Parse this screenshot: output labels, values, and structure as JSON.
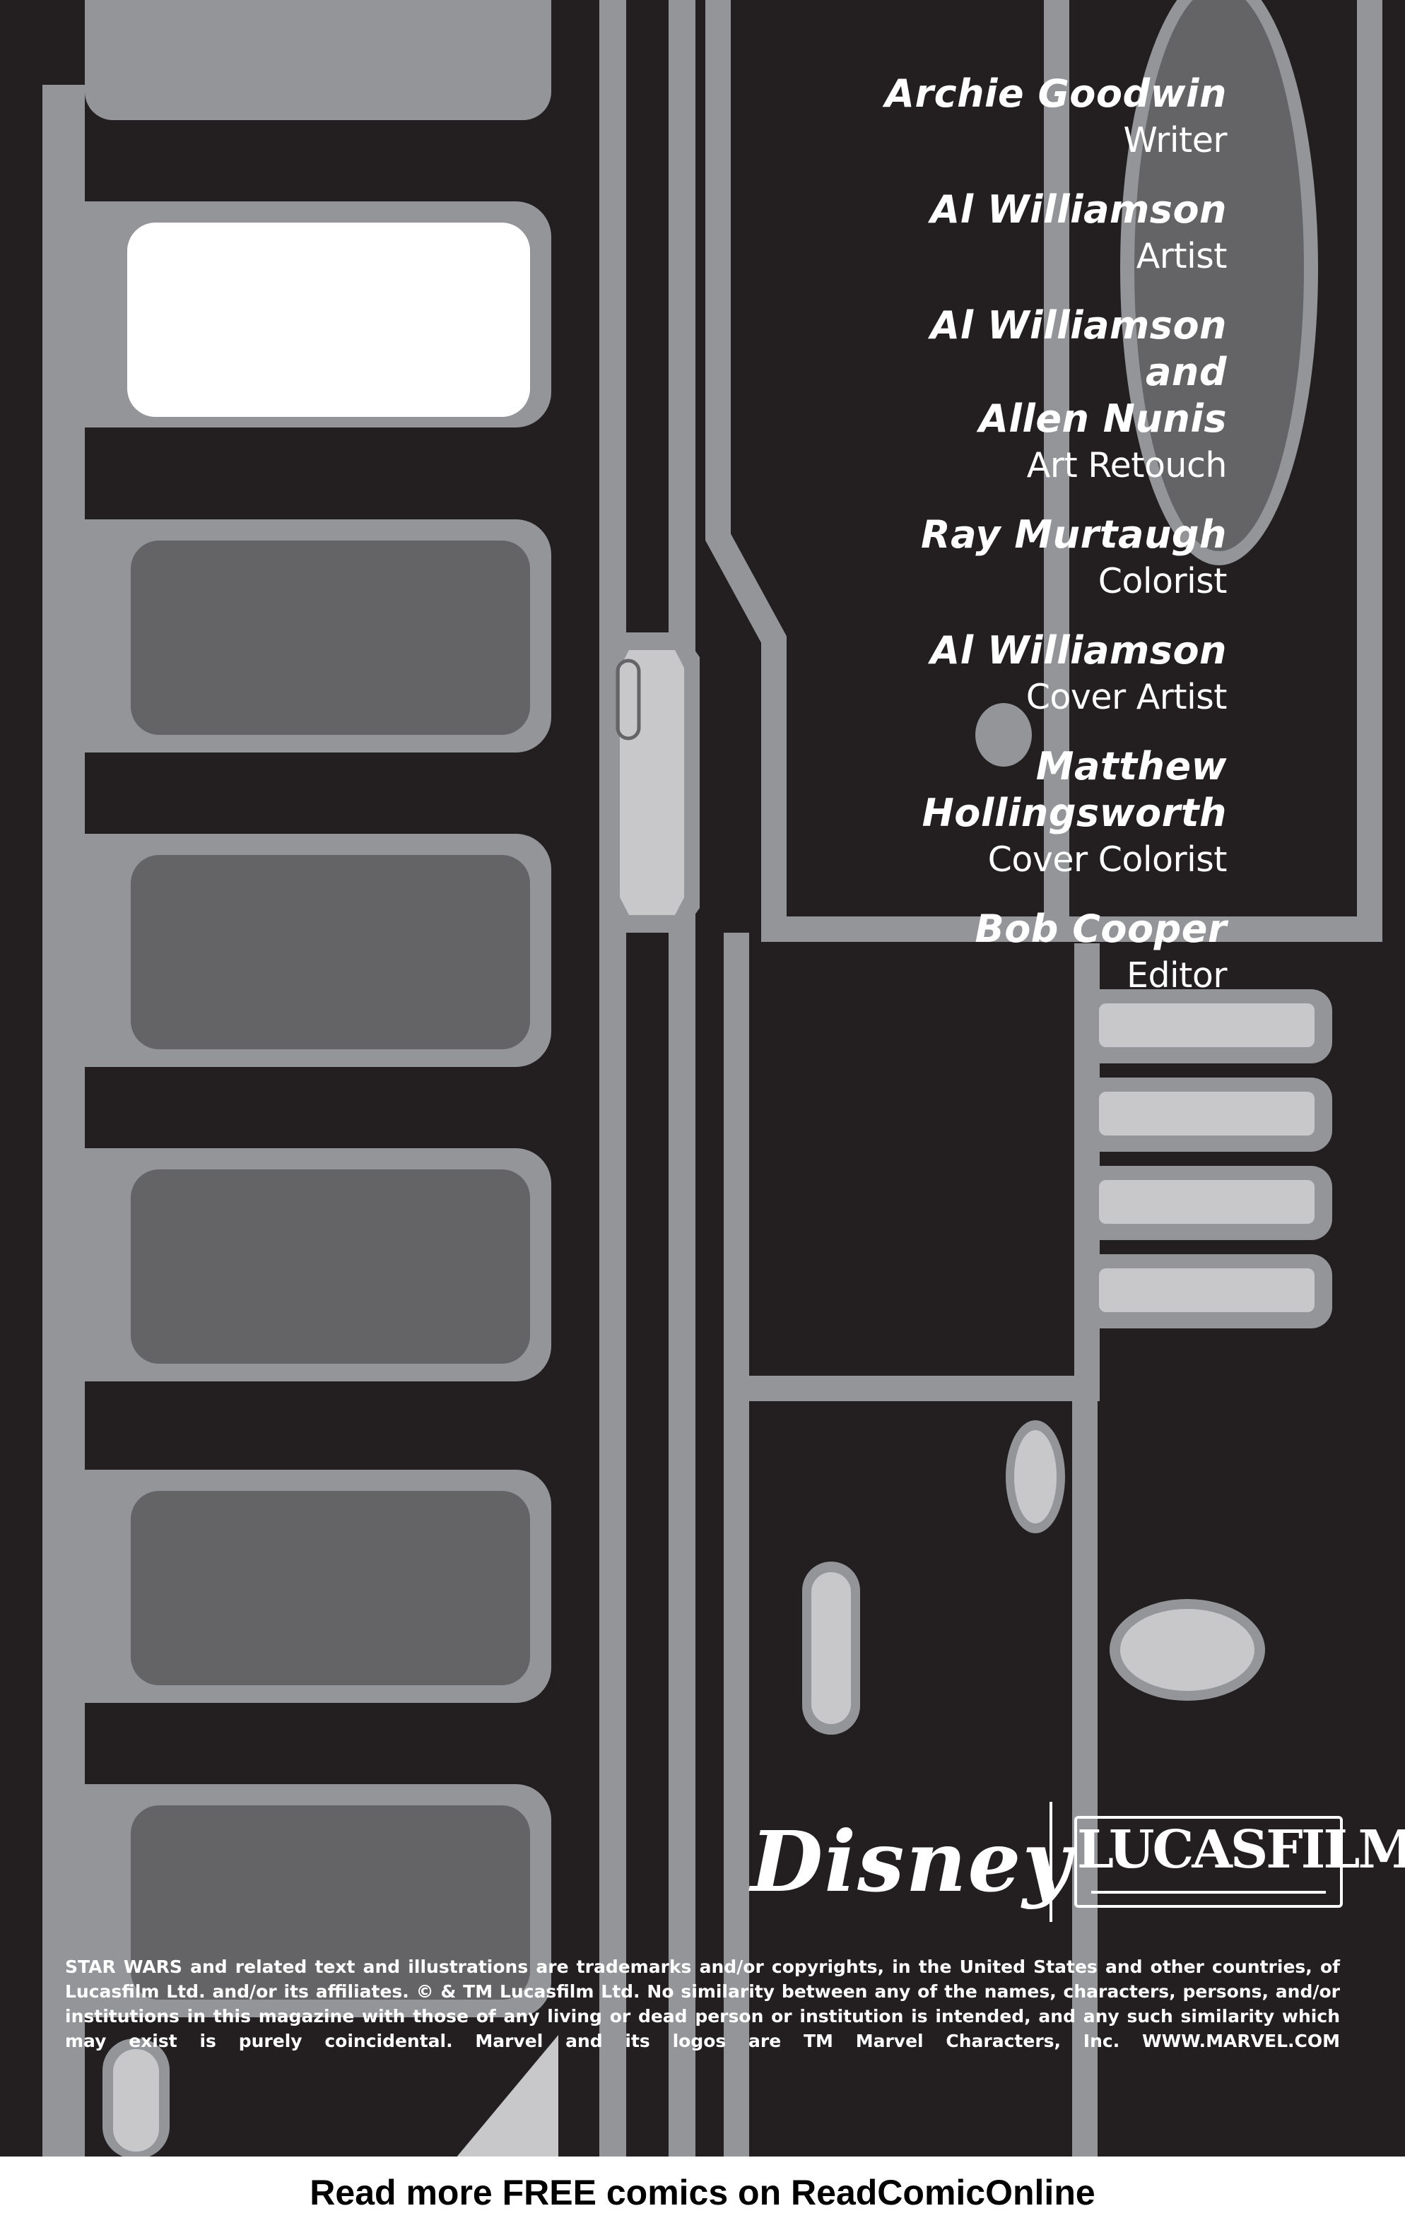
{
  "credits": [
    {
      "name": "Archie Goodwin",
      "role": "Writer"
    },
    {
      "name": "Al Williamson",
      "role": "Artist"
    },
    {
      "name": "Al Williamson\nand\nAllen Nunis",
      "role": "Art Retouch"
    },
    {
      "name": "Ray Murtaugh",
      "role": "Colorist"
    },
    {
      "name": "Al Williamson",
      "role": "Cover Artist"
    },
    {
      "name": "Matthew\nHollingsworth",
      "role": "Cover Colorist"
    },
    {
      "name": "Bob Cooper",
      "role": "Editor"
    }
  ],
  "logos": {
    "disney": "Disney",
    "lucasfilm": "LUCASFILM"
  },
  "legal": "STAR WARS and related text and illustrations are trademarks and/or copyrights, in the United States and other countries, of Lucasfilm Ltd. and/or its affiliates. © & TM Lucasfilm Ltd. No similarity between any of the names, characters, persons, and/or institutions in this magazine with those of any living or dead person or institution is intended, and any such similarity which may exist is purely coincidental. Marvel and its logos are TM Marvel Characters, Inc. WWW.MARVEL.COM",
  "footer": "Read more FREE comics on ReadComicOnline",
  "colors": {
    "background": "#231f20",
    "panel_gray": "#939598",
    "light_gray": "#c8c8ca",
    "mid_gray": "#646466",
    "text": "#ffffff"
  }
}
